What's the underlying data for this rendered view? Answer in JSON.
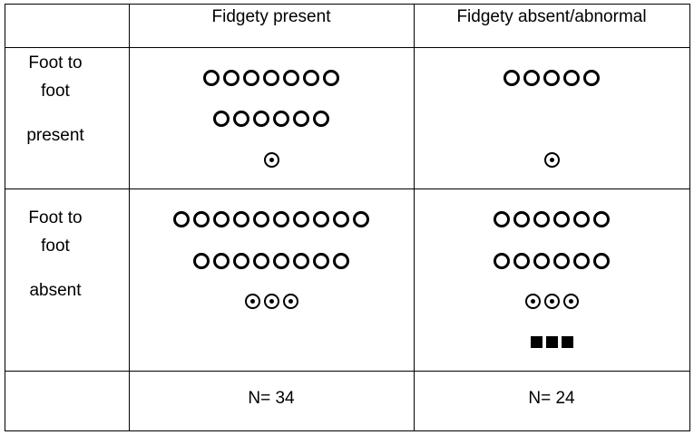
{
  "table": {
    "headers": {
      "col1": "Fidgety present",
      "col2": "Fidgety absent/abnormal"
    },
    "rows": [
      {
        "label": [
          "Foot to",
          "foot",
          "present"
        ],
        "col1": {
          "rings": [
            7,
            6
          ],
          "dot_rings": 1,
          "squares": 0
        },
        "col2": {
          "rings": [
            5
          ],
          "dot_rings": 1,
          "squares": 0
        }
      },
      {
        "label": [
          "Foot to",
          "foot",
          "absent"
        ],
        "col1": {
          "rings": [
            10,
            8
          ],
          "dot_rings": 3,
          "squares": 0
        },
        "col2": {
          "rings": [
            6,
            6
          ],
          "dot_rings": 3,
          "squares": 3
        }
      }
    ],
    "totals": {
      "col1": "N= 34",
      "col2": "N= 24"
    }
  },
  "symbols": {
    "ring": "open-circle-icon",
    "dot_ring": "dotted-circle-icon",
    "square": "filled-square-icon"
  },
  "colors": {
    "ink": "#000000",
    "background": "#ffffff"
  }
}
